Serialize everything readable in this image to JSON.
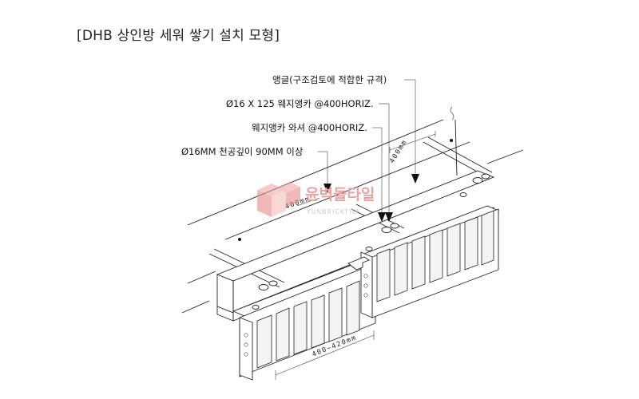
{
  "title": "[DHB 상인방 세워 쌓기 설치 모형]",
  "callouts": [
    {
      "text": "앵글(구조검토에 적합한 규격)"
    },
    {
      "text": "Ø16 X 125 웨지앵카 @400HORIZ."
    },
    {
      "text": "웨지앵카 와셔 @400HORIZ."
    },
    {
      "text": "Ø16MM 천공깊이 90MM 이상"
    }
  ],
  "dimensions": {
    "top": "400mm",
    "middle": "400mm",
    "bottom": "400~420mm"
  },
  "watermark": {
    "text": "윤벽돌타일",
    "subtext": "YUNBRICKTILE",
    "color": "#e58a8a"
  }
}
